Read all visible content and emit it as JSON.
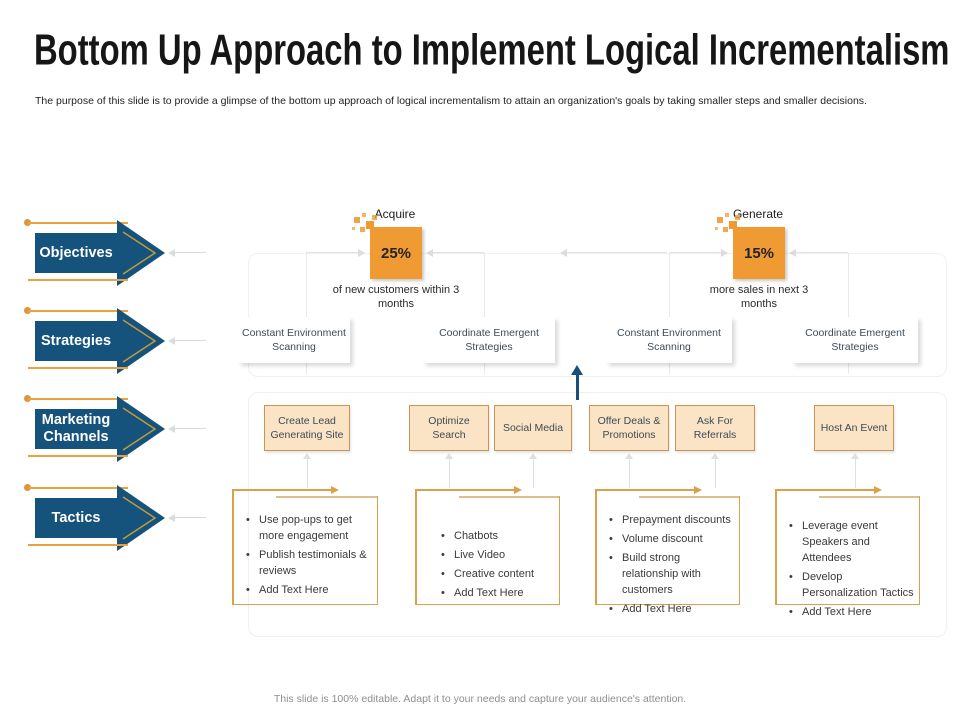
{
  "title": "Bottom Up Approach to Implement Logical Incrementalism",
  "subtitle": "The purpose of this slide is to provide a glimpse of the bottom up approach of logical incrementalism to attain an organization's goals by taking smaller steps and smaller decisions.",
  "footer": "This slide is 100% editable. Adapt it to your needs and capture your audience's attention.",
  "nav": {
    "objectives": "Objectives",
    "strategies": "Strategies",
    "marketing_channels": "Marketing Channels",
    "tactics": "Tactics"
  },
  "objectives": [
    {
      "label": "Acquire",
      "value": "25%",
      "caption": "of new customers within 3 months"
    },
    {
      "label": "Generate",
      "value": "15%",
      "caption": "more sales in next 3 months"
    }
  ],
  "strategies": [
    "Constant Environment Scanning",
    "Coordinate Emergent Strategies",
    "Constant Environment Scanning",
    "Coordinate Emergent Strategies"
  ],
  "channels": [
    "Create Lead Generating Site",
    "Optimize Search",
    "Social Media",
    "Offer Deals & Promotions",
    "Ask For Referrals",
    "Host An Event"
  ],
  "tactics": [
    {
      "items": [
        "Use pop-ups to get more engagement",
        "Publish testimonials & reviews",
        "Add Text Here"
      ]
    },
    {
      "items": [
        "Chatbots",
        "Live Video",
        "Creative content",
        "Add Text Here"
      ]
    },
    {
      "items": [
        "Prepayment discounts",
        "Volume discount",
        "Build strong relationship with customers",
        "Add Text Here"
      ]
    },
    {
      "items": [
        "Leverage event Speakers and Attendees",
        "Develop Personalization Tactics",
        "Add Text Here"
      ]
    }
  ],
  "colors": {
    "navy": "#15527C",
    "gold": "#C49A3C",
    "orange": "#F09A33",
    "tan_fill": "#FAE4C5",
    "tan_border": "#CB9450"
  }
}
